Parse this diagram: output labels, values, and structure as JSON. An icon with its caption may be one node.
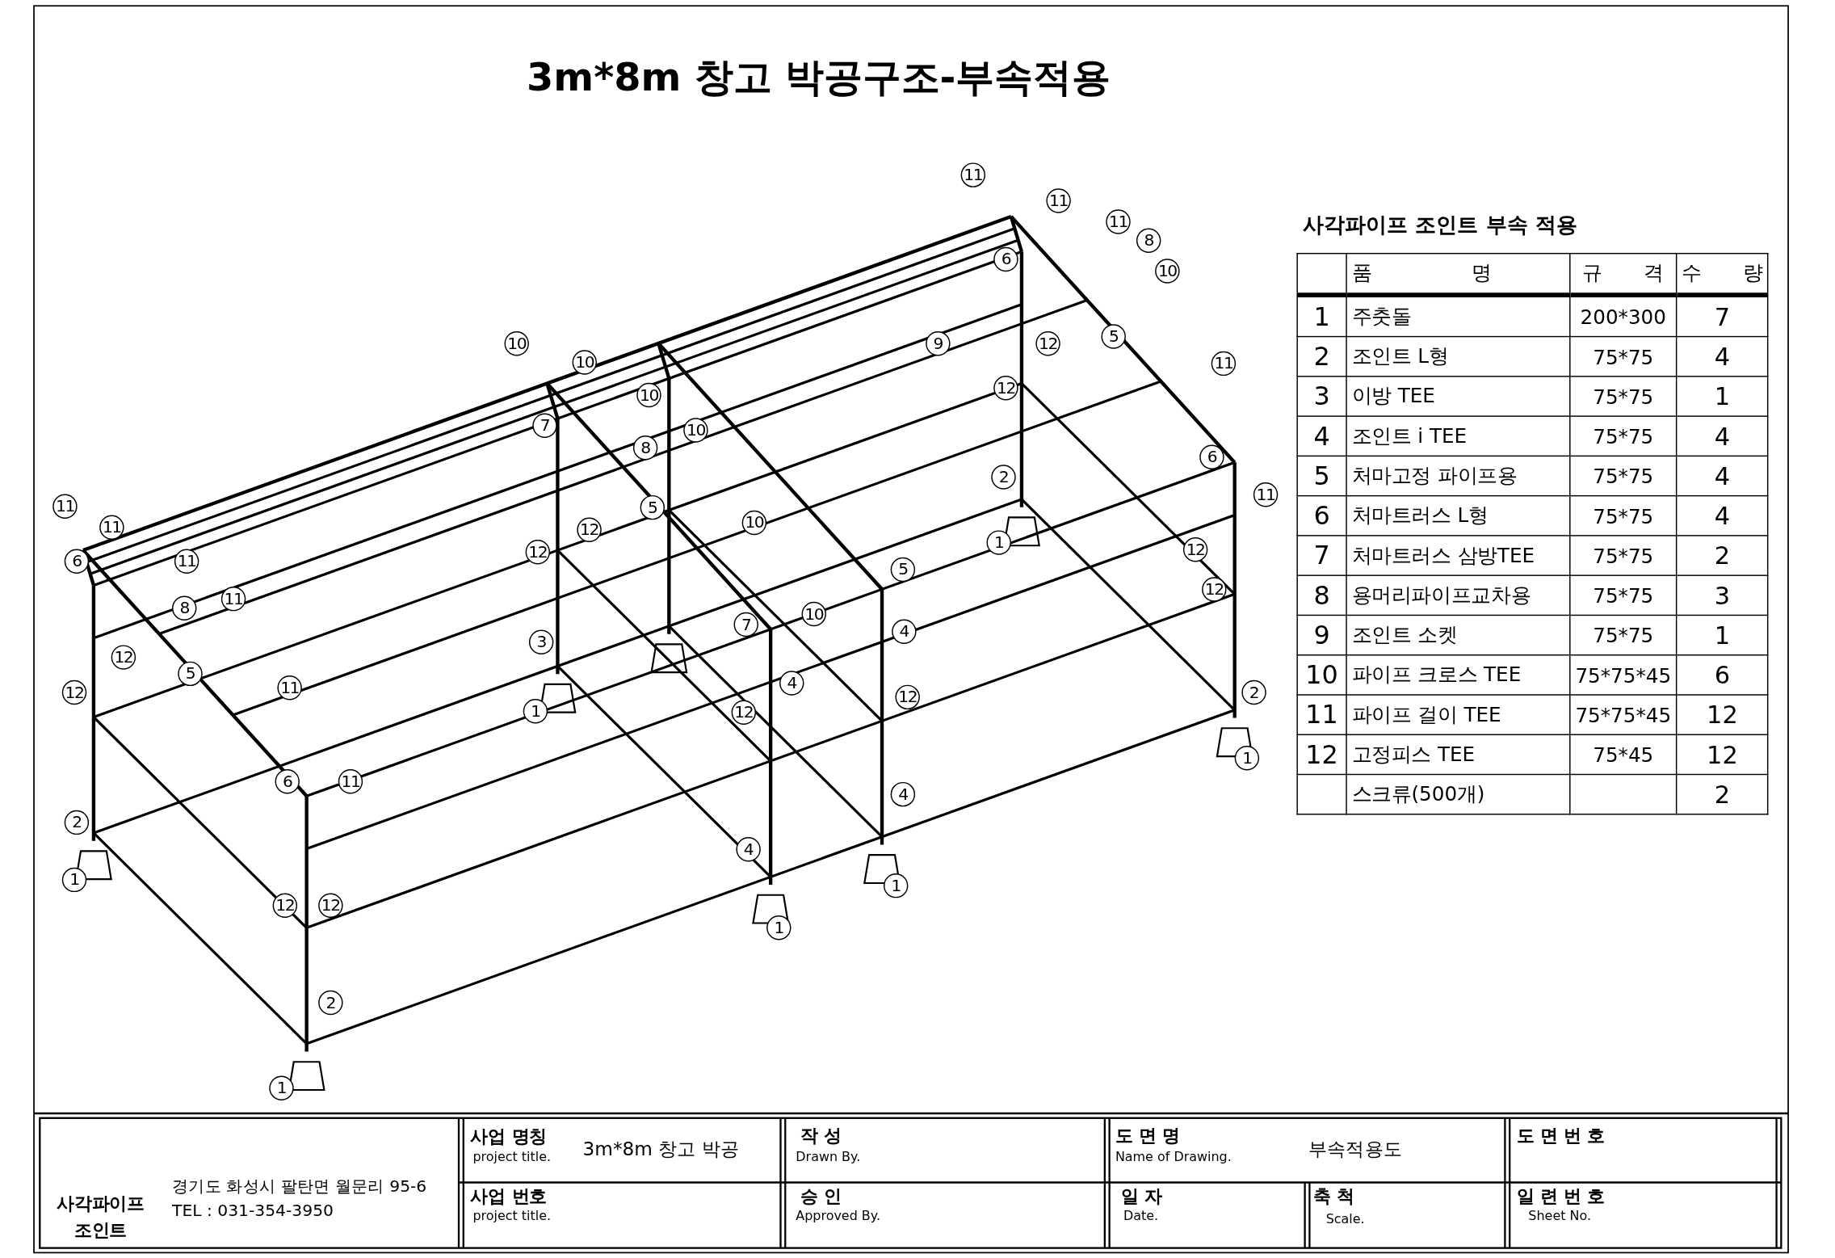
{
  "diagram": {
    "title": "3m*8m 창고 박공구조-부속적용",
    "labels": [
      "사각파이프 조인트 부속 적용",
      "품 명",
      "규 격",
      "수 량",
      "1",
      "주춧돌",
      "200*300",
      "7",
      "2",
      "조인트 L형",
      "75*75",
      "4",
      "3",
      "이방 TEE",
      "75*75",
      "1",
      "4",
      "조인트 i TEE",
      "75*75",
      "4",
      "5",
      "처마고정 파이프용",
      "75*75",
      "4",
      "6",
      "처마트러스 L형",
      "75*75",
      "4",
      "7",
      "처마트러스 삼방TEE",
      "75*75",
      "2",
      "8",
      "용머리파이프교차용",
      "75*75",
      "3",
      "9",
      "조인트 소켓",
      "75*75",
      "1",
      "10",
      "파이프 크로스 TEE",
      "75*75*45",
      "6",
      "11",
      "파이프 걸이 TEE",
      "75*75*45",
      "12",
      "12",
      "고정피스 TEE",
      "75*45",
      "12",
      "스크류(500개)",
      "2",
      "11",
      "11",
      "11",
      "8",
      "6",
      "10",
      "10",
      "9",
      "12",
      "5",
      "10",
      "11",
      "12",
      "10",
      "7",
      "10",
      "8",
      "6",
      "2",
      "11",
      "11",
      "5",
      "10",
      "11",
      "12",
      "1",
      "12",
      "12",
      "6",
      "11",
      "5",
      "12",
      "11",
      "8",
      "10",
      "7",
      "4",
      "3",
      "12",
      "5",
      "4",
      "11",
      "12",
      "12",
      "2",
      "1",
      "12",
      "1",
      "6",
      "11",
      "4",
      "2",
      "4",
      "1",
      "1",
      "12",
      "12",
      "1",
      "2",
      "1",
      "사업 명칭",
      "project title.",
      "3m*8m 창고 박공",
      "작 성",
      "Drawn By.",
      "도 면 명",
      "Name of Drawing.",
      "부속적용도",
      "도면번호",
      "사각파이프 조인트",
      "경기도 화성시 팔탄면 월문리 95-6",
      "TEL : 031-354-3950",
      "사업 번호",
      "project title.",
      "승 인",
      "Approved By.",
      "일 자",
      "Date.",
      "축 척",
      "Scale.",
      "일련번호",
      "Sheet No."
    ]
  }
}
